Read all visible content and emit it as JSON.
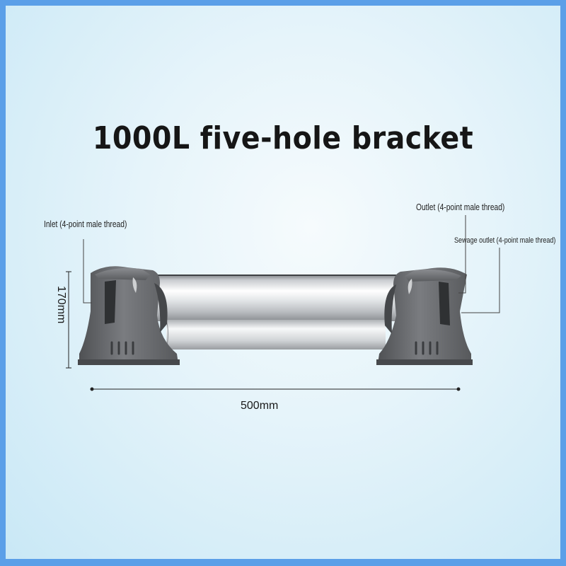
{
  "title": "1000L five-hole bracket",
  "labels": {
    "inlet": "Inlet (4-point male thread)",
    "outlet": "Outlet (4-point male thread)",
    "sewage_outlet": "Sewage outlet (4-point male thread)"
  },
  "dimensions": {
    "height": "170mm",
    "width": "500mm"
  },
  "colors": {
    "frame": "#5b9fe8",
    "bracket": "#6c6e71",
    "cylinder": "#d9dcde"
  }
}
